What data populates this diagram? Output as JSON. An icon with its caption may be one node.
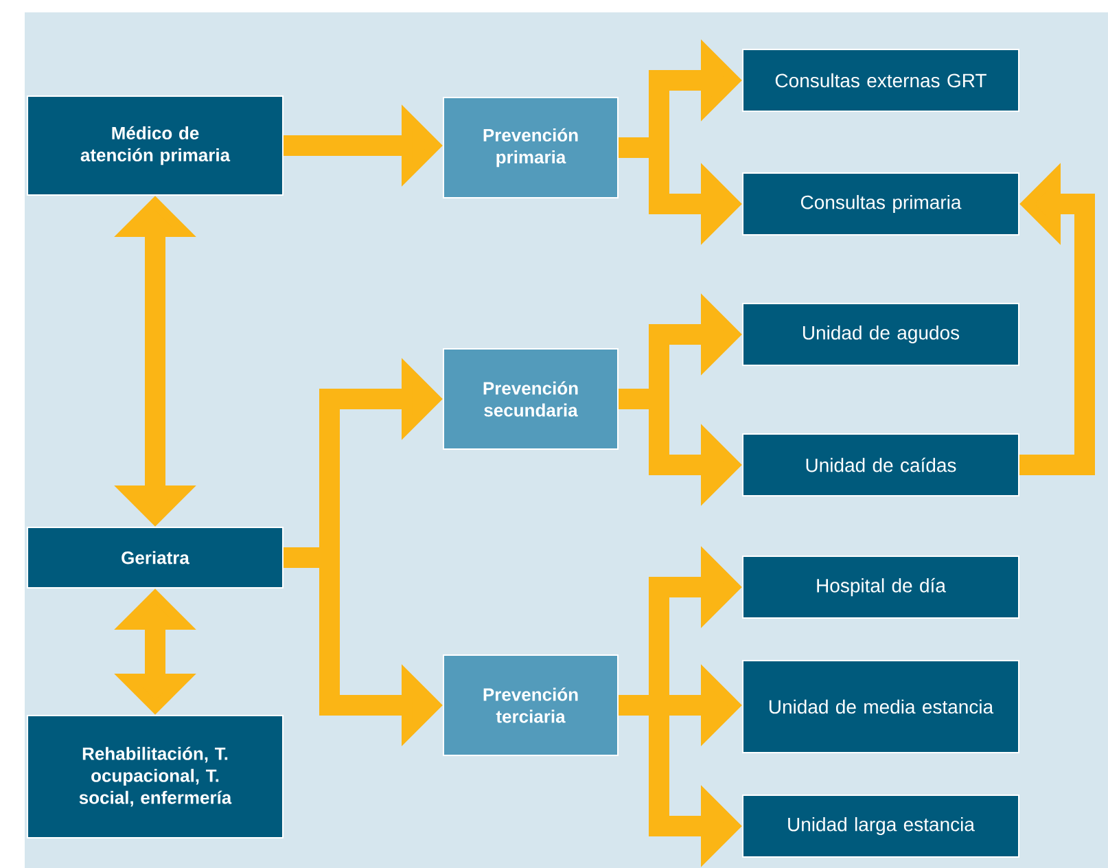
{
  "diagram": {
    "nodes": [
      {
        "text": [
          "Médico de atención primaria"
        ]
      },
      {
        "text": [
          "Prevención primaria"
        ]
      },
      {
        "text": [
          "Consultas externas GRT"
        ]
      },
      {
        "text": [
          "Consultas primaria"
        ]
      },
      {
        "text": [
          "Geriatra"
        ]
      },
      {
        "text": [
          "Rehabilitación, T. ocupacional, T. social, enfermería"
        ]
      },
      {
        "text": [
          "Prevención secundaria"
        ]
      },
      {
        "text": [
          "Unidad de agudos"
        ]
      },
      {
        "text": [
          "Unidad de caídas"
        ]
      },
      {
        "text": [
          "Prevención terciaria"
        ]
      },
      {
        "text": [
          "Hospital de día"
        ]
      },
      {
        "text": [
          "Unidad de media estancia"
        ]
      },
      {
        "text": [
          "Unidad larga estancia"
        ]
      }
    ],
    "edges": [
      {
        "from": 0,
        "to": 1,
        "arrow": "to"
      },
      {
        "from": 4,
        "to": 0,
        "arrow": "both"
      },
      {
        "from": 4,
        "to": 5,
        "arrow": "both"
      },
      {
        "from": 1,
        "to": 2,
        "arrow": "to"
      },
      {
        "from": 1,
        "to": 3,
        "arrow": "to"
      },
      {
        "from": 4,
        "to": 6,
        "arrow": "to"
      },
      {
        "from": 4,
        "to": 9,
        "arrow": "to"
      },
      {
        "from": 6,
        "to": 7,
        "arrow": "to"
      },
      {
        "from": 6,
        "to": 8,
        "arrow": "to"
      },
      {
        "from": 9,
        "to": 10,
        "arrow": "to"
      },
      {
        "from": 9,
        "to": 11,
        "arrow": "to"
      },
      {
        "from": 9,
        "to": 12,
        "arrow": "to"
      },
      {
        "from": 8,
        "to": 3,
        "arrow": "to"
      }
    ]
  }
}
